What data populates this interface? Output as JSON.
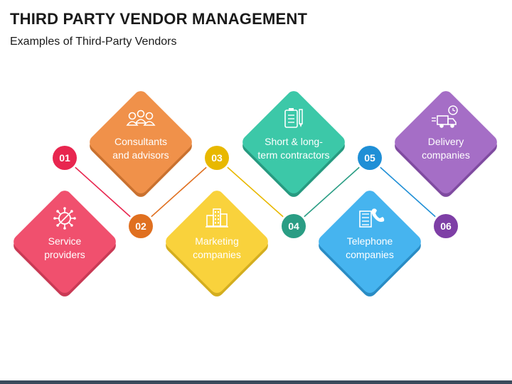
{
  "header": {
    "title": "THIRD PARTY VENDOR MANAGEMENT",
    "subtitle": "Examples of Third-Party Vendors"
  },
  "vendors": [
    {
      "number": "01",
      "label_line1": "Service",
      "label_line2": "providers",
      "color": "#f0506e",
      "shade": "#c93a55",
      "icon": "virus-settings-icon"
    },
    {
      "number": "02",
      "label_line1": "Consultants",
      "label_line2": "and advisors",
      "color": "#f0914a",
      "shade": "#c9712f",
      "icon": "people-group-icon"
    },
    {
      "number": "03",
      "label_line1": "Marketing",
      "label_line2": "companies",
      "color": "#f9d23c",
      "shade": "#d4ae1f",
      "icon": "buildings-icon"
    },
    {
      "number": "04",
      "label_line1": "Short & long-",
      "label_line2": "term contractors",
      "color": "#3cc8a8",
      "shade": "#279a80",
      "icon": "clipboard-pen-icon"
    },
    {
      "number": "05",
      "label_line1": "Telephone",
      "label_line2": "companies",
      "color": "#46b4ef",
      "shade": "#2a8cc4",
      "icon": "phone-building-icon"
    },
    {
      "number": "06",
      "label_line1": "Delivery",
      "label_line2": "companies",
      "color": "#a56ec6",
      "shade": "#7f4ba0",
      "icon": "delivery-truck-icon"
    }
  ],
  "badge_colors": [
    "#e8264f",
    "#e07020",
    "#e8b800",
    "#2a9d84",
    "#1f8fd6",
    "#7e3fa6"
  ]
}
